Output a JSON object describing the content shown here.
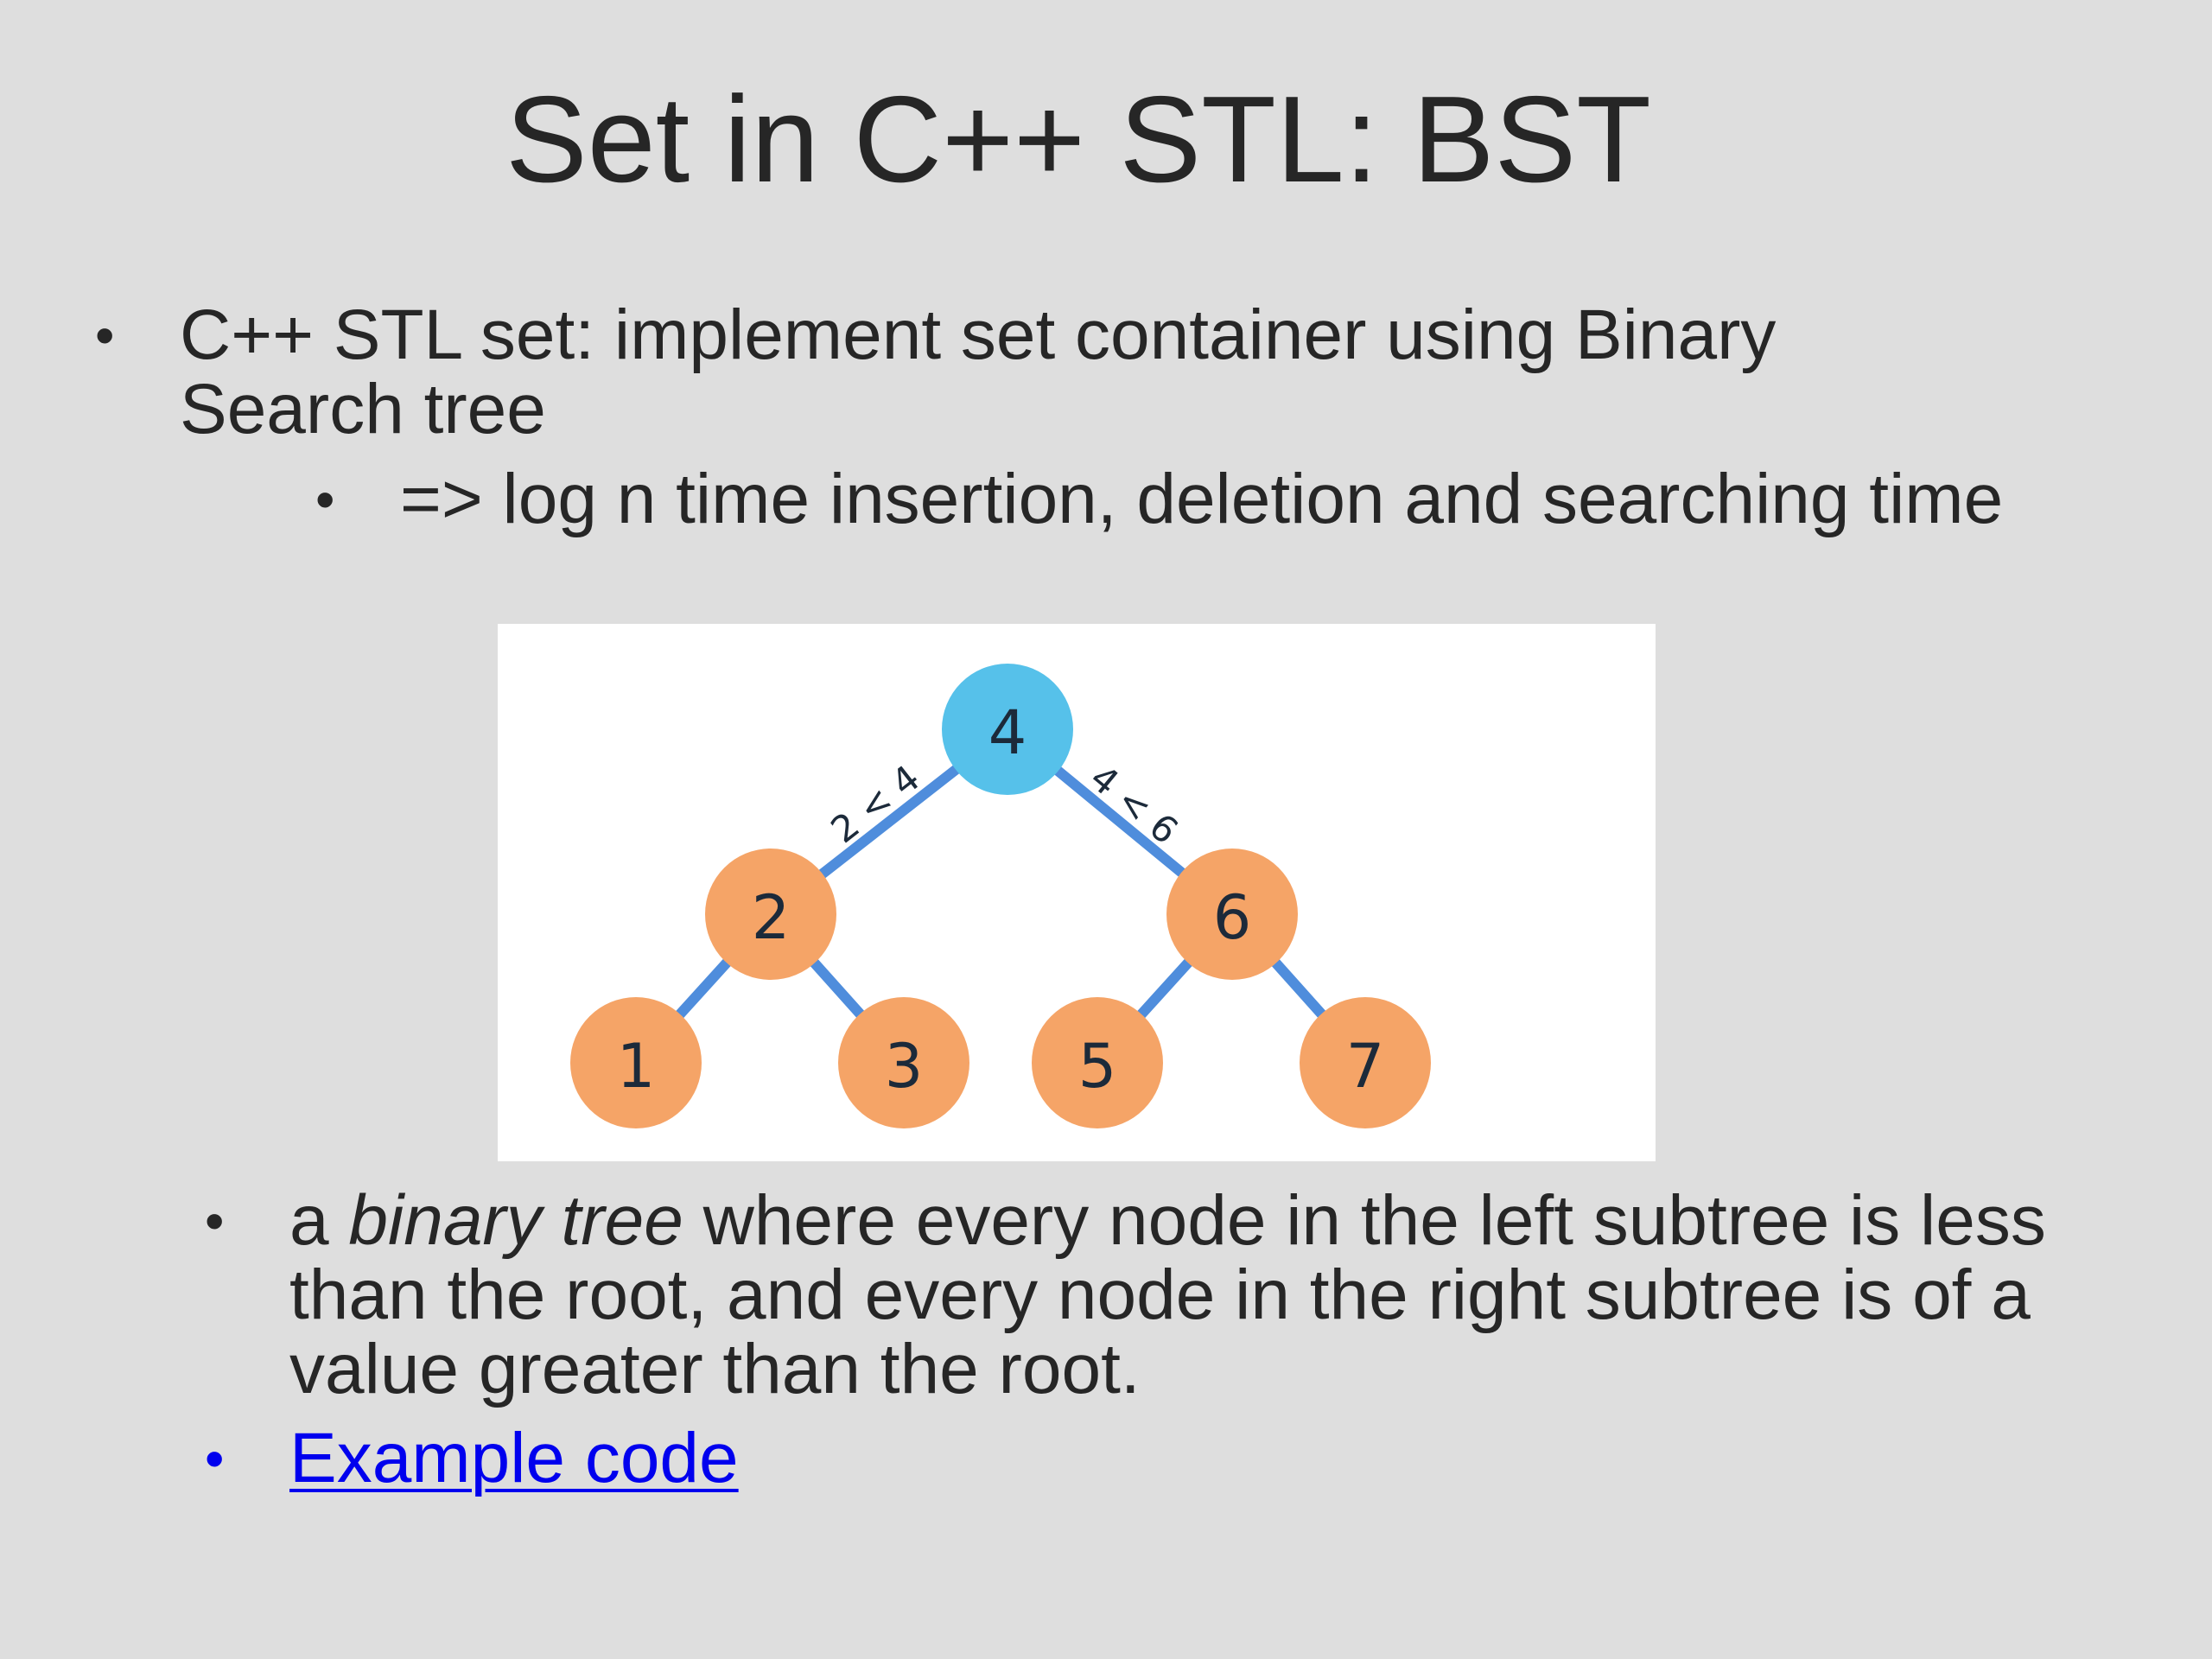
{
  "slide": {
    "title": "Set in C++ STL: BST",
    "bullet_char": "•",
    "bullets": [
      {
        "text": "C++ STL set: implement set container using Binary Search tree"
      },
      {
        "text": "=> log n time insertion, deletion and searching time"
      },
      {
        "prefix": "a ",
        "emphasis": "binary tree",
        "suffix": " where every node in the left subtree is less than the root, and every node in the right subtree is of a value greater than the root."
      },
      {
        "link_text": "Example code"
      }
    ]
  },
  "diagram": {
    "colors": {
      "root": "#56c1ea",
      "node": "#f5a467",
      "edge": "#4f8ddc",
      "background": "#ffffff"
    },
    "nodes": [
      {
        "id": "n4",
        "label": "4",
        "role": "root"
      },
      {
        "id": "n2",
        "label": "2",
        "role": "node"
      },
      {
        "id": "n6",
        "label": "6",
        "role": "node"
      },
      {
        "id": "n1",
        "label": "1",
        "role": "node"
      },
      {
        "id": "n3",
        "label": "3",
        "role": "node"
      },
      {
        "id": "n5",
        "label": "5",
        "role": "node"
      },
      {
        "id": "n7",
        "label": "7",
        "role": "node"
      }
    ],
    "edges": [
      {
        "from": "n4",
        "to": "n2",
        "label": "2 < 4"
      },
      {
        "from": "n4",
        "to": "n6",
        "label": "4 < 6"
      },
      {
        "from": "n2",
        "to": "n1",
        "label": ""
      },
      {
        "from": "n2",
        "to": "n3",
        "label": ""
      },
      {
        "from": "n6",
        "to": "n5",
        "label": ""
      },
      {
        "from": "n6",
        "to": "n7",
        "label": ""
      }
    ]
  }
}
